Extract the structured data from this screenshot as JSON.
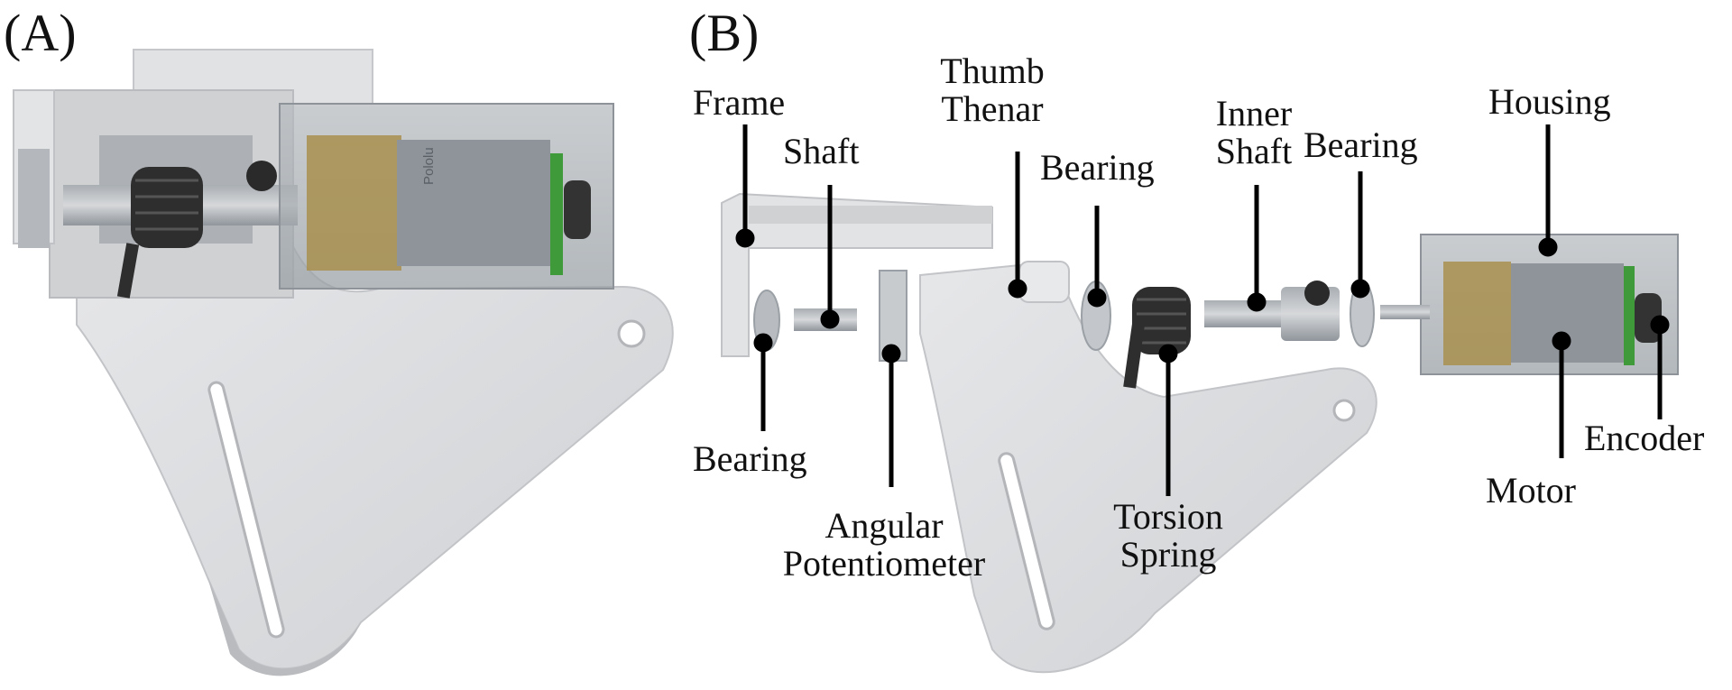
{
  "panels": [
    {
      "id": "a",
      "label": "(A)"
    },
    {
      "id": "b",
      "label": "(B)"
    }
  ],
  "brand_marking": "Pololu",
  "labels": {
    "frame": "Frame",
    "shaft": "Shaft",
    "thumb_thenar_line1": "Thumb",
    "thumb_thenar_line2": "Thenar",
    "bearing_top_left": "Bearing",
    "inner_shaft_line1": "Inner",
    "inner_shaft_line2": "Shaft",
    "bearing_top_right": "Bearing",
    "housing": "Housing",
    "bearing_bottom": "Bearing",
    "angular_potentiometer_line1": "Angular",
    "angular_potentiometer_line2": "Potentiometer",
    "torsion_spring_line1": "Torsion",
    "torsion_spring_line2": "Spring",
    "motor": "Motor",
    "encoder": "Encoder"
  },
  "colors": {
    "plate": "#d9dadc",
    "housing_glass": "#9aa1a6",
    "motor_metal": "#8e949a",
    "gear_brass": "#a88f4e",
    "encoder_green": "#3f9a3a",
    "spring_dark": "#262626",
    "leader": "#000000"
  }
}
